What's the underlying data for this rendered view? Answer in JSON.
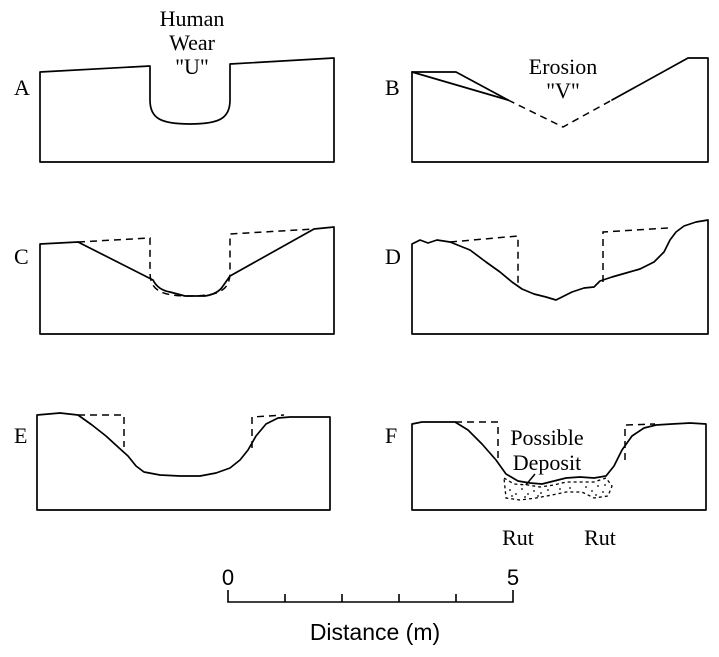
{
  "panels": {
    "a": {
      "letter": "A",
      "caption_lines": [
        "Human",
        "Wear",
        "\"U\""
      ]
    },
    "b": {
      "letter": "B",
      "caption_lines": [
        "Erosion",
        "\"V\""
      ]
    },
    "c": {
      "letter": "C"
    },
    "d": {
      "letter": "D"
    },
    "e": {
      "letter": "E"
    },
    "f": {
      "letter": "F",
      "caption_lines": [
        "Possible",
        "Deposit"
      ],
      "rut_labels": [
        "Rut",
        "Rut"
      ]
    }
  },
  "scale_bar": {
    "tick_labels": [
      "0",
      "5"
    ],
    "label": "Distance (m)"
  }
}
